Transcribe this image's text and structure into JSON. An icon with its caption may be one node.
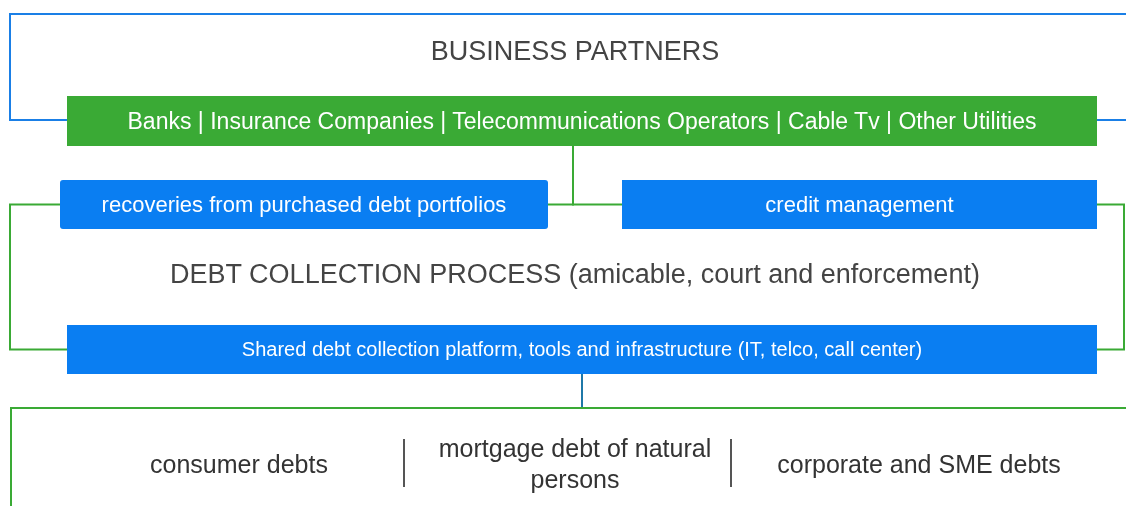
{
  "diagram": {
    "nodes": [
      {
        "text": [
          "Banks | Insurance Companies | Telecommunications Operators | Cable Tv | Other Utilities"
        ]
      },
      {
        "text": [
          "recoveries from purchased debt portfolios"
        ]
      },
      {
        "text": [
          "credit management"
        ]
      },
      {
        "text": [
          "Shared debt collection platform, tools and infrastructure (IT, telco, call center)"
        ]
      },
      {
        "text": [],
        "shape": "box"
      },
      {
        "text": [
          "consumer debts"
        ],
        "in": 4
      },
      {
        "text": [
          "mortgage debt of natural persons"
        ],
        "in": 4
      },
      {
        "text": [
          "corporate and SME debts"
        ],
        "in": 4
      }
    ],
    "edges": [
      {
        "from": 0,
        "to": 1,
        "arrow": "none"
      },
      {
        "from": 0,
        "to": 2,
        "arrow": "none"
      },
      {
        "from": 1,
        "to": 3,
        "arrow": "none"
      },
      {
        "from": 2,
        "to": 3,
        "arrow": "none"
      },
      {
        "from": 3,
        "to": 4,
        "arrow": "none",
        "color": "#1f78a8"
      }
    ],
    "labels": [
      "BUSINESS PARTNERS",
      "DEBT COLLECTION PROCESS (amicable, court and enforcement)"
    ]
  }
}
